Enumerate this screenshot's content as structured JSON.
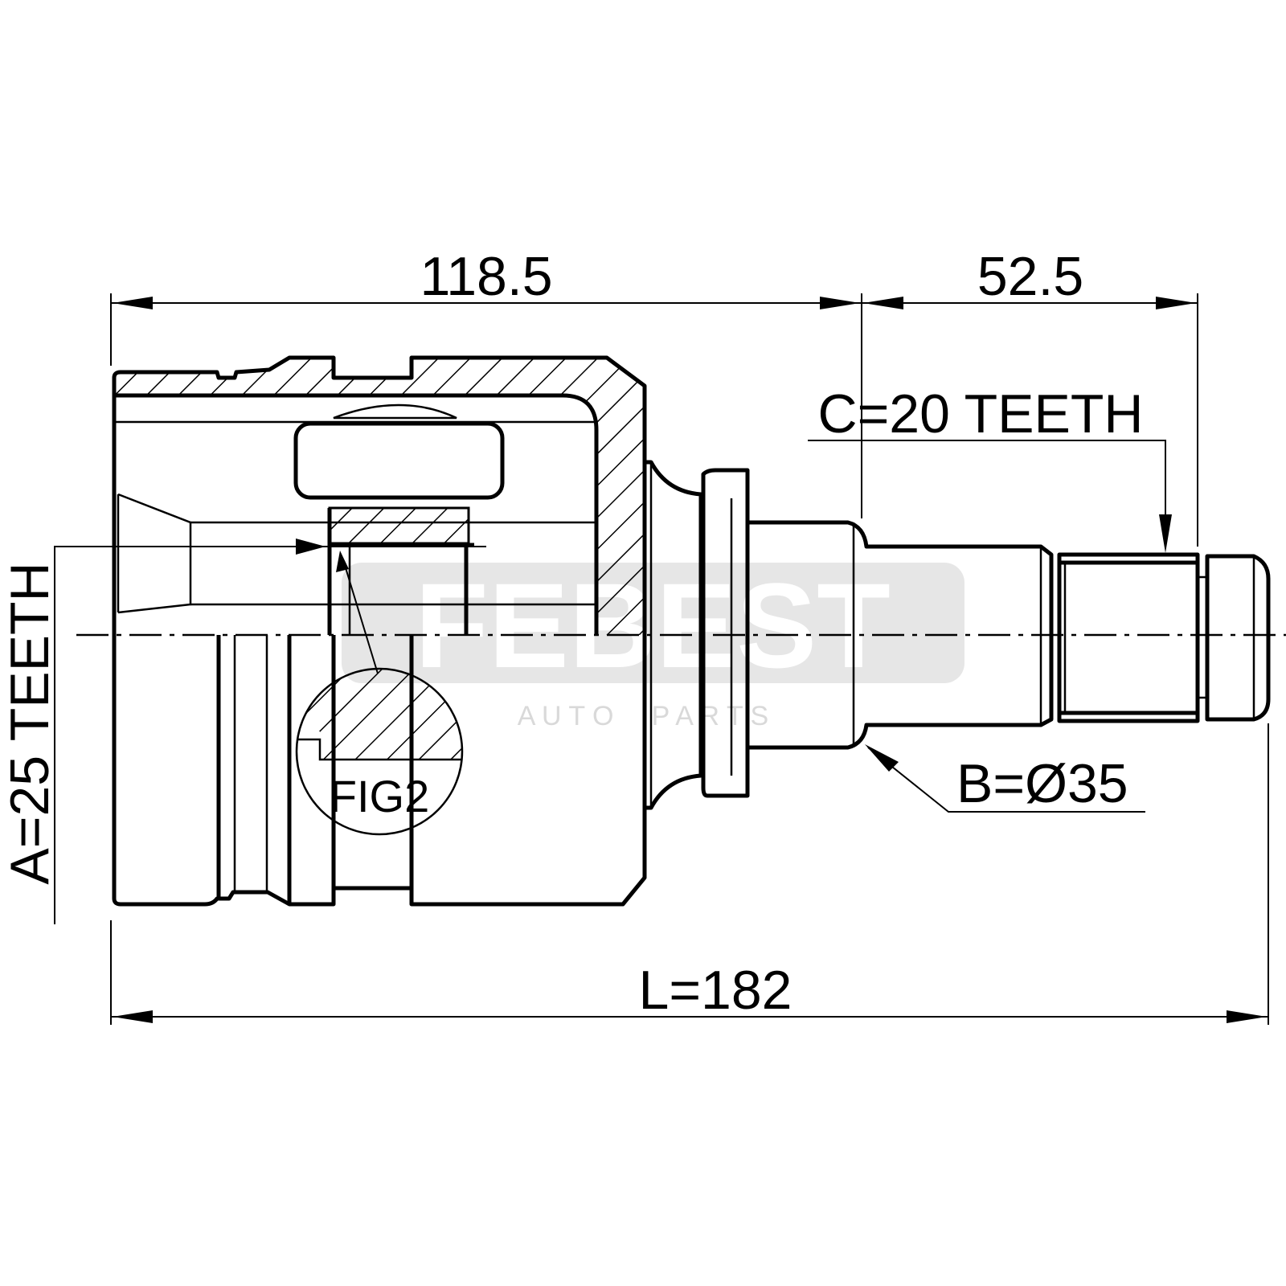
{
  "drawing": {
    "dim_housing_length": "118.5",
    "dim_shaft_length": "52.5",
    "label_c": "C=20 TEETH",
    "label_a": "A=25 TEETH",
    "label_b": "B=Ø35",
    "label_l": "L=182",
    "label_fig": "FIG2"
  },
  "watermark": {
    "brand": "FEBEST",
    "sub": "A U T O     P A R T S"
  }
}
